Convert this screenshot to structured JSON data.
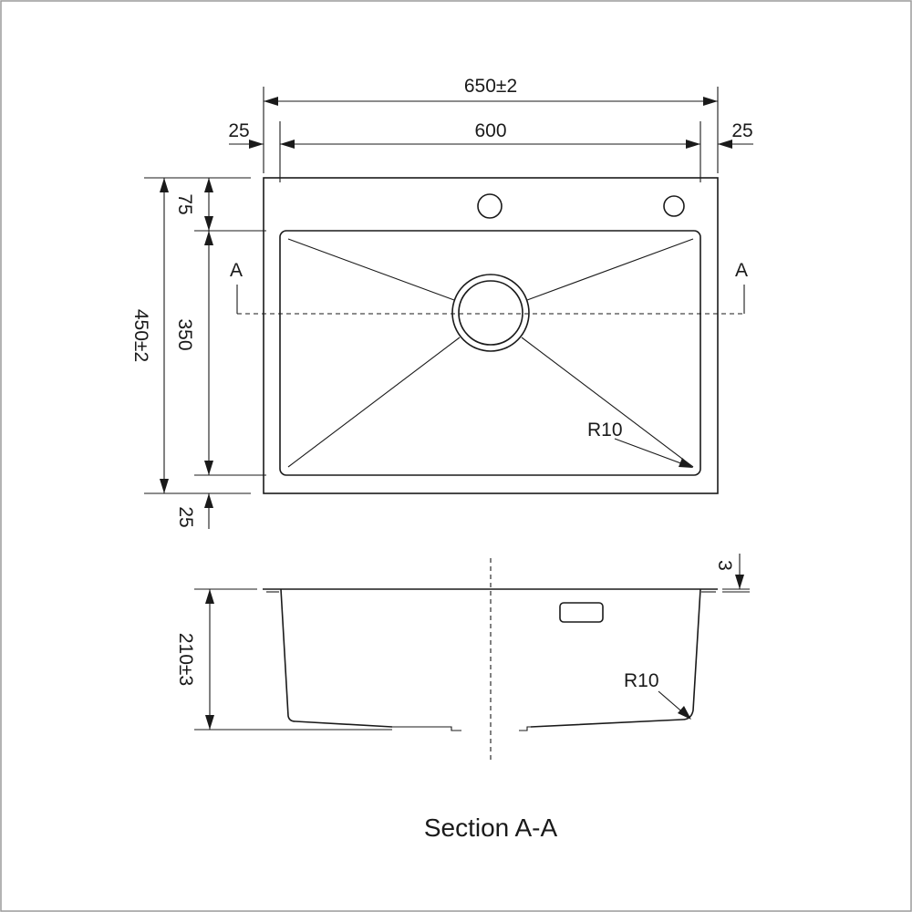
{
  "plan_view": {
    "dim_overall_width": "650±2",
    "dim_inner_width": "600",
    "dim_left_rim": "25",
    "dim_right_rim": "25",
    "dim_overall_depth": "450±2",
    "dim_back_deck": "75",
    "dim_inner_depth": "350",
    "dim_front_rim": "25",
    "section_mark_left": "A",
    "section_mark_right": "A",
    "corner_radius_label": "R10"
  },
  "section_view": {
    "dim_height": "210±3",
    "dim_flange": "3",
    "corner_radius_label": "R10",
    "title": "Section A-A"
  }
}
